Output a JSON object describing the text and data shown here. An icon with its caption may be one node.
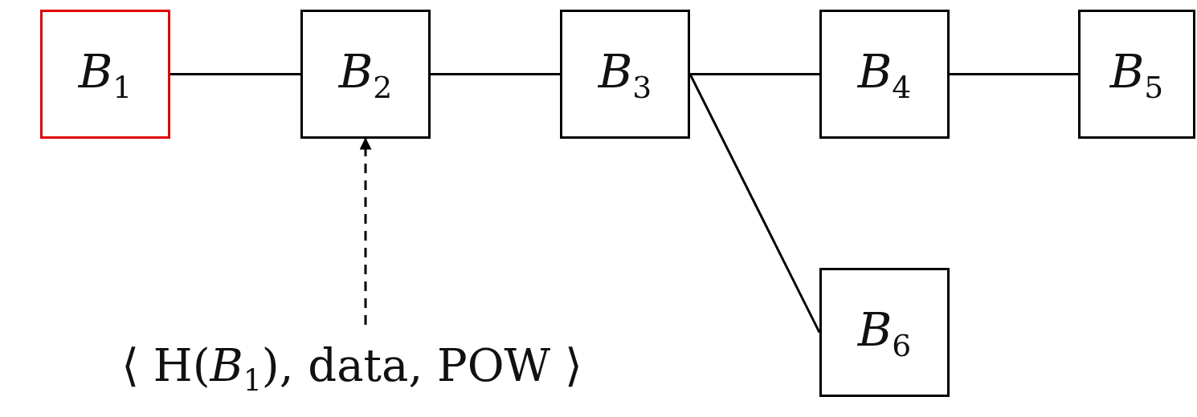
{
  "diagram": {
    "nodes": [
      {
        "text": [
          "*B*$_{1}$"
        ]
      },
      {
        "text": [
          "*B*$_{2}$"
        ]
      },
      {
        "text": [
          "*B*$_{3}$"
        ]
      },
      {
        "text": [
          "*B*$_{4}$"
        ]
      },
      {
        "text": [
          "*B*$_{5}$"
        ]
      },
      {
        "text": [
          "*B*$_{6}$"
        ]
      },
      {
        "text": [
          "⟨ H(*B*$_{1}$), data, POW ⟩"
        ]
      }
    ],
    "edges": [
      {
        "from": 0,
        "to": 1,
        "arrow": "none"
      },
      {
        "from": 1,
        "to": 2,
        "arrow": "none"
      },
      {
        "from": 2,
        "to": 3,
        "arrow": "none"
      },
      {
        "from": 3,
        "to": 4,
        "arrow": "none"
      },
      {
        "from": 2,
        "to": 5,
        "arrow": "none"
      },
      {
        "from": 6,
        "to": 1,
        "arrow": "to",
        "style": "dashed"
      }
    ]
  }
}
